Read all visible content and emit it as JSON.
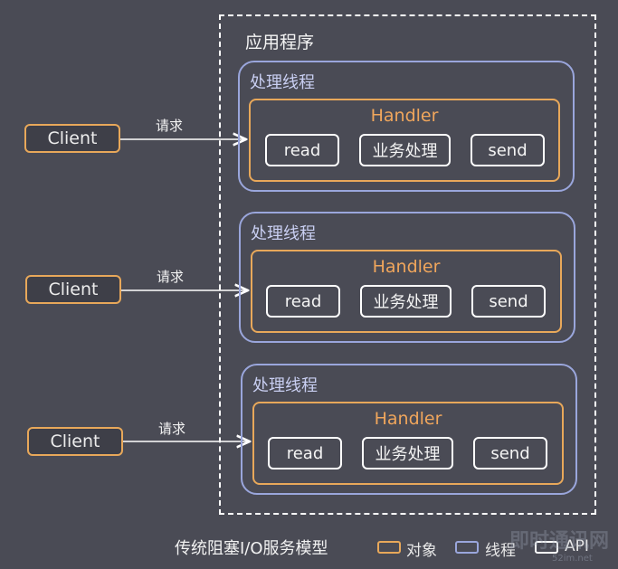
{
  "diagram": {
    "app_title": "应用程序",
    "request_label": "请求",
    "threads": [
      {
        "client_label": "Client",
        "thread_label": "处理线程",
        "handler_label": "Handler",
        "api": [
          "read",
          "业务处理",
          "send"
        ]
      },
      {
        "client_label": "Client",
        "thread_label": "处理线程",
        "handler_label": "Handler",
        "api": [
          "read",
          "业务处理",
          "send"
        ]
      },
      {
        "client_label": "Client",
        "thread_label": "处理线程",
        "handler_label": "Handler",
        "api": [
          "read",
          "业务处理",
          "send"
        ]
      }
    ]
  },
  "legend": {
    "title": "传统阻塞I/O服务模型",
    "items": [
      {
        "label": "对象",
        "color": "#e8a85a"
      },
      {
        "label": "线程",
        "color": "#9aa6dc"
      },
      {
        "label": "API",
        "color": "#ffffff"
      }
    ]
  },
  "watermark": {
    "text": "即时通讯网",
    "sub": "52im.net"
  },
  "colors": {
    "background": "#4a4b55",
    "object_border": "#e8a85a",
    "thread_border": "#9aa6dc",
    "api_border": "#ffffff"
  }
}
